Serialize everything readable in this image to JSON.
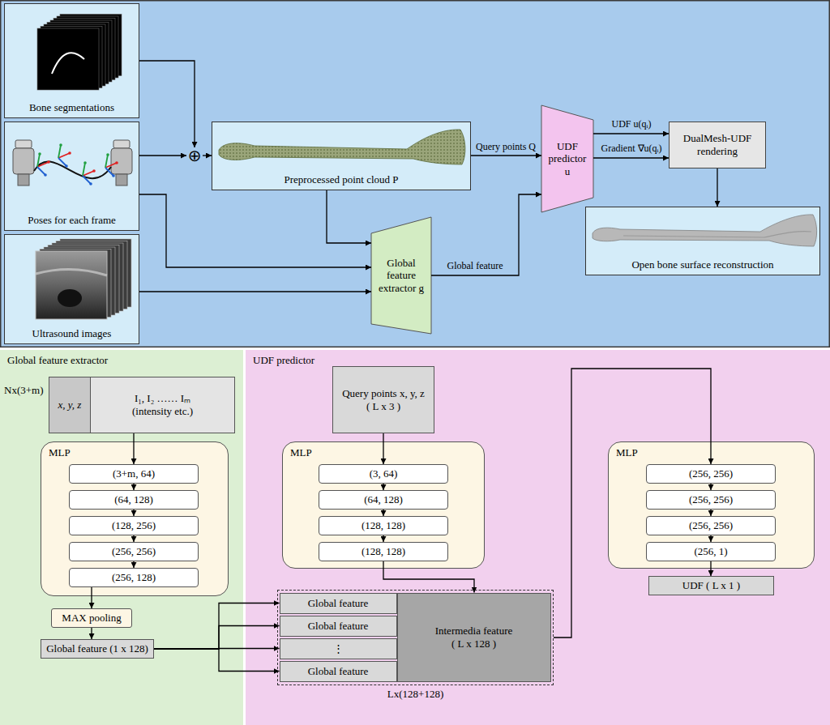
{
  "diagram": {
    "nodes": [
      {
        "text": [
          "Bone segmentations"
        ]
      },
      {
        "text": [
          "Poses for each frame"
        ]
      },
      {
        "text": [
          "Ultrasound images"
        ]
      },
      {
        "text": [
          "⊕"
        ]
      },
      {
        "text": [
          "Preprocessed point cloud P"
        ]
      },
      {
        "text": [
          "UDF predictor u"
        ]
      },
      {
        "text": [
          "Global feature extractor g"
        ]
      },
      {
        "text": [
          "DualMesh-UDF rendering"
        ]
      },
      {
        "text": [
          "Open bone surface reconstruction"
        ]
      },
      {
        "text": [
          "Global feature extractor"
        ]
      },
      {
        "text": [
          "x, y, z",
          "I₁, I₂ …… Iₘ (intensity etc.)"
        ],
        "in": 9
      },
      {
        "text": [
          "MLP"
        ],
        "in": 9
      },
      {
        "text": [
          "(3+m, 64)"
        ],
        "in": 11
      },
      {
        "text": [
          "(64, 128)"
        ],
        "in": 11
      },
      {
        "text": [
          "(128, 256)"
        ],
        "in": 11
      },
      {
        "text": [
          "(256, 256)"
        ],
        "in": 11
      },
      {
        "text": [
          "(256, 128)"
        ],
        "in": 11
      },
      {
        "text": [
          "MAX pooling"
        ],
        "in": 9
      },
      {
        "text": [
          "Global feature (1 x 128)"
        ],
        "in": 9
      },
      {
        "text": [
          "UDF predictor"
        ]
      },
      {
        "text": [
          "Query points x, y, z",
          "( L x 3 )"
        ],
        "in": 19
      },
      {
        "text": [
          "MLP"
        ],
        "in": 19
      },
      {
        "text": [
          "(3, 64)"
        ],
        "in": 21
      },
      {
        "text": [
          "(64, 128)"
        ],
        "in": 21
      },
      {
        "text": [
          "(128, 128)"
        ],
        "in": 21
      },
      {
        "text": [
          "(128, 128)"
        ],
        "in": 21
      },
      {
        "text": [
          "Lx(128+128)"
        ],
        "in": 19
      },
      {
        "text": [
          "Global feature"
        ],
        "in": 26
      },
      {
        "text": [
          "Global feature"
        ],
        "in": 26
      },
      {
        "text": [
          "⋮"
        ],
        "in": 26
      },
      {
        "text": [
          "Global feature"
        ],
        "in": 26
      },
      {
        "text": [
          "Intermedia feature",
          "( L x 128 )"
        ],
        "in": 26
      },
      {
        "text": [
          "MLP"
        ],
        "in": 19
      },
      {
        "text": [
          "(256, 256)"
        ],
        "in": 32
      },
      {
        "text": [
          "(256, 256)"
        ],
        "in": 32
      },
      {
        "text": [
          "(256, 256)"
        ],
        "in": 32
      },
      {
        "text": [
          "(256, 1)"
        ],
        "in": 32
      },
      {
        "text": [
          "UDF ( L x 1 )"
        ],
        "in": 19
      }
    ],
    "edges": [
      {
        "from": 0,
        "to": 3,
        "arrow": "to"
      },
      {
        "from": 1,
        "to": 3,
        "arrow": "to"
      },
      {
        "from": 3,
        "to": 4,
        "arrow": "to"
      },
      {
        "from": 4,
        "to": 5,
        "label": "Query points Q",
        "arrow": "to"
      },
      {
        "from": 4,
        "to": 6,
        "arrow": "to"
      },
      {
        "from": 1,
        "to": 6,
        "arrow": "to"
      },
      {
        "from": 2,
        "to": 6,
        "arrow": "to"
      },
      {
        "from": 6,
        "to": 5,
        "label": "Global feature",
        "arrow": "to"
      },
      {
        "from": 5,
        "to": 7,
        "label": "UDF u(qᵢ)",
        "arrow": "to"
      },
      {
        "from": 5,
        "to": 7,
        "label": "Gradient ∇u(qᵢ)",
        "arrow": "to"
      },
      {
        "from": 7,
        "to": 8,
        "arrow": "to"
      },
      {
        "from": 10,
        "to": 12,
        "arrow": "to"
      },
      {
        "from": 12,
        "to": 13,
        "arrow": "to"
      },
      {
        "from": 13,
        "to": 14,
        "arrow": "to"
      },
      {
        "from": 14,
        "to": 15,
        "arrow": "to"
      },
      {
        "from": 15,
        "to": 16,
        "arrow": "to"
      },
      {
        "from": 16,
        "to": 17,
        "arrow": "to"
      },
      {
        "from": 17,
        "to": 18,
        "arrow": "to"
      },
      {
        "from": 18,
        "to": 27,
        "arrow": "to"
      },
      {
        "from": 18,
        "to": 28,
        "arrow": "to"
      },
      {
        "from": 18,
        "to": 29,
        "arrow": "to"
      },
      {
        "from": 18,
        "to": 30,
        "arrow": "to"
      },
      {
        "from": 20,
        "to": 22,
        "arrow": "to"
      },
      {
        "from": 22,
        "to": 23,
        "arrow": "to"
      },
      {
        "from": 23,
        "to": 24,
        "arrow": "to"
      },
      {
        "from": 24,
        "to": 25,
        "arrow": "to"
      },
      {
        "from": 25,
        "to": 31,
        "arrow": "to"
      },
      {
        "from": 26,
        "to": 33,
        "arrow": "to"
      },
      {
        "from": 33,
        "to": 34,
        "arrow": "to"
      },
      {
        "from": 34,
        "to": 35,
        "arrow": "to"
      },
      {
        "from": 35,
        "to": 36,
        "arrow": "to"
      },
      {
        "from": 36,
        "to": 37,
        "arrow": "to"
      }
    ],
    "labels": [
      "Nx(3+m)"
    ]
  }
}
